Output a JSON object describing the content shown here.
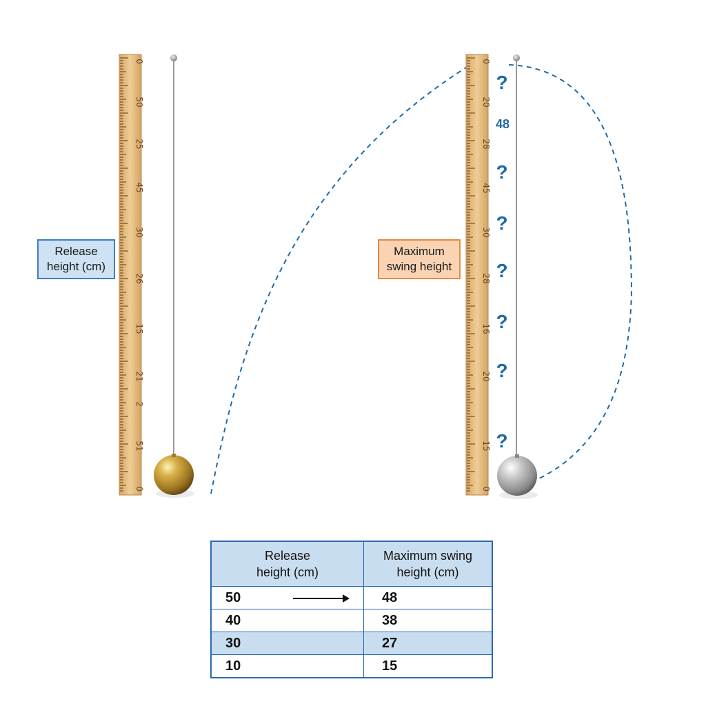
{
  "left_ruler": {
    "labels": [
      "0",
      "50",
      "25",
      "45",
      "30",
      "26",
      "15",
      "21",
      "2",
      "51",
      "0"
    ]
  },
  "right_ruler": {
    "labels": [
      "0",
      "20",
      "28",
      "45",
      "30",
      "28",
      "16",
      "20",
      "15",
      "0"
    ]
  },
  "callouts": {
    "release": {
      "line1": "Release",
      "line2": "height (cm)"
    },
    "max_swing": {
      "line1": "Maximum",
      "line2": "swing height"
    }
  },
  "question_mark": "?",
  "reading_value": "48",
  "colors": {
    "dashed_path": "#1f6aa5",
    "release_box": "#cfe2f3",
    "max_box": "#f9d3b3",
    "table_border": "#2a69b0"
  },
  "table": {
    "headers": {
      "col1_line1": "Release",
      "col1_line2": "height (cm)",
      "col2_line1": "Maximum swing",
      "col2_line2": "height (cm)"
    },
    "rows": [
      {
        "release": "50",
        "max": "48"
      },
      {
        "release": "40",
        "max": "38"
      },
      {
        "release": "30",
        "max": "27"
      },
      {
        "release": "10",
        "max": "15"
      }
    ]
  }
}
